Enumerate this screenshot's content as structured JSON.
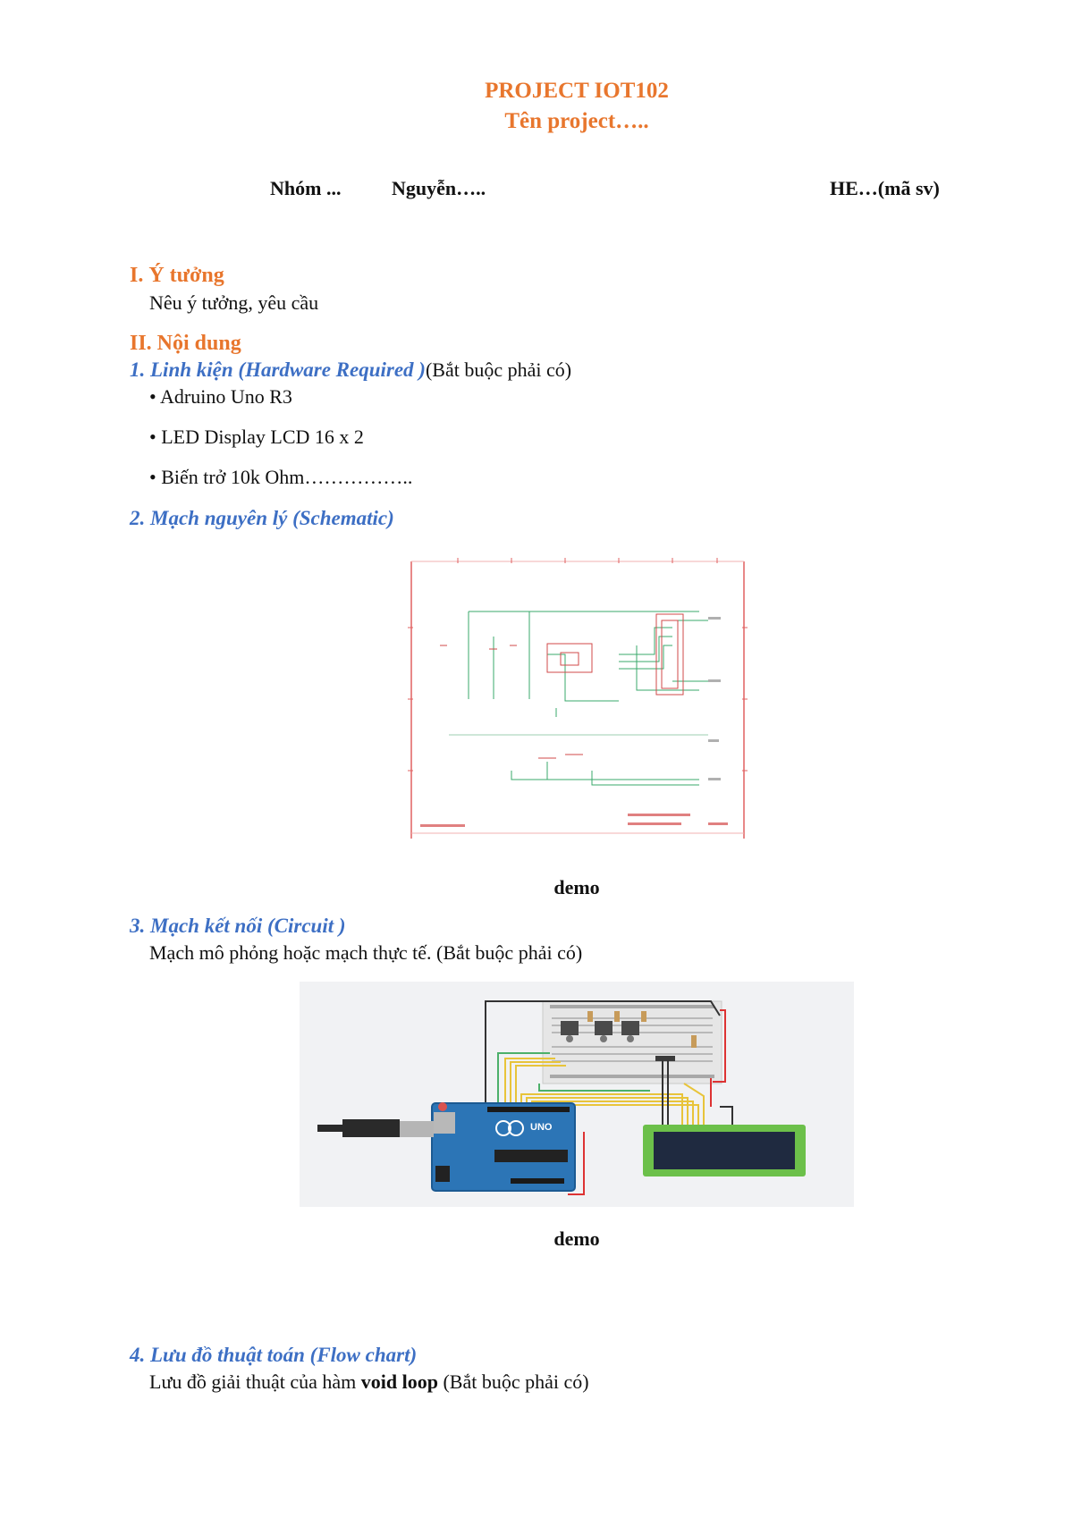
{
  "header": {
    "title": "PROJECT IOT102",
    "subtitle": "Tên project….."
  },
  "info": {
    "group": "Nhóm ...",
    "name": "Nguyễn…..",
    "student_id": "HE…(mã sv)"
  },
  "sections": {
    "idea": {
      "heading": "I. Ý tưởng",
      "text": "Nêu ý tưởng, yêu cầu"
    },
    "content": {
      "heading": "II. Nội dung"
    },
    "hardware": {
      "heading": "1. Linh kiện (Hardware Required )",
      "note": "(Bắt buộc phải có)",
      "items": [
        "• Adruino Uno R3",
        "• LED Display LCD 16 x 2",
        "• Biến trở 10k Ohm…………….."
      ]
    },
    "schematic": {
      "heading": "2. Mạch nguyên lý (Schematic)",
      "caption": "demo"
    },
    "circuit": {
      "heading": "3. Mạch kết nối (Circuit )",
      "text": "Mạch mô phỏng hoặc mạch thực tế. (Bắt buộc phải có)",
      "caption": "demo",
      "board_label": "UNO"
    },
    "flowchart": {
      "heading": "4. Lưu đồ thuật toán (Flow chart)",
      "text_before": "Lưu đồ giải thuật của hàm ",
      "text_bold": "void loop",
      "text_after": " (Bắt buộc phải có)"
    }
  }
}
